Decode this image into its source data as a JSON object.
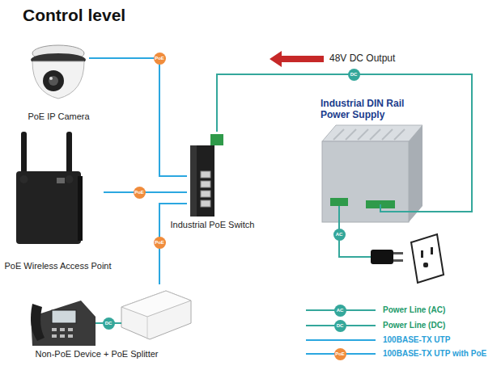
{
  "diagram": {
    "title": "Control level",
    "nodes": [
      {
        "text": [
          "PoE IP Camera"
        ]
      },
      {
        "text": [
          "PoE Wireless Access Point"
        ]
      },
      {
        "text": [
          "Non-PoE Device + PoE Splitter"
        ]
      },
      {
        "text": [
          "Industrial PoE Switch"
        ]
      },
      {
        "text": [
          "Industrial DIN Rail Power Supply"
        ]
      }
    ],
    "edges": [
      {
        "from": 0,
        "to": 3,
        "label": "PoE",
        "arrow": "none"
      },
      {
        "from": 1,
        "to": 3,
        "label": "PoE",
        "arrow": "none"
      },
      {
        "from": 2,
        "to": 3,
        "label": "PoE",
        "arrow": "none"
      },
      {
        "from": 4,
        "to": 3,
        "label": "DC",
        "arrow": "none"
      }
    ],
    "labels": [
      "48V DC Output",
      "DC",
      "AC",
      "AC",
      "DC",
      "PoE"
    ],
    "legend": [
      {
        "text": "Power Line (AC)"
      },
      {
        "text": "Power Line (DC)"
      },
      {
        "text": "100BASE-TX UTP"
      },
      {
        "text": "100BASE-TX UTP with PoE"
      }
    ]
  }
}
